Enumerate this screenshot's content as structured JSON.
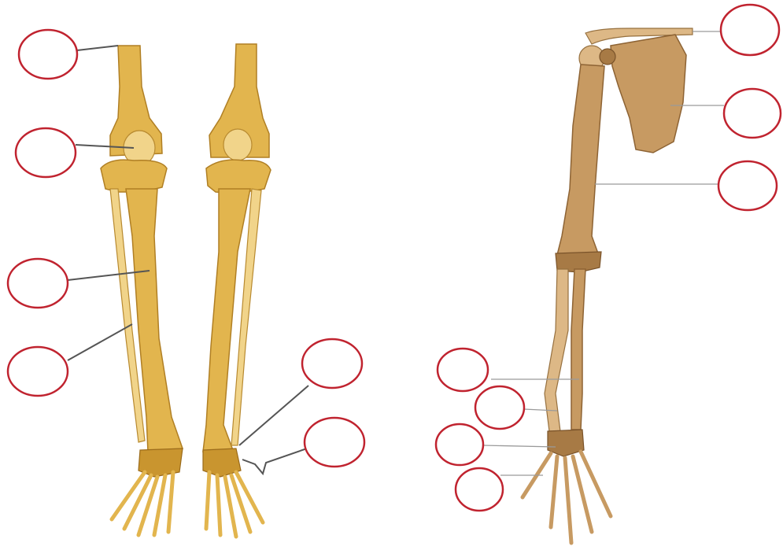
{
  "diagram": {
    "figures": [
      {
        "name": "leg-front-view"
      },
      {
        "name": "leg-back-view"
      },
      {
        "name": "arm-with-shoulder"
      }
    ],
    "label_ovals": [
      {
        "id": "oval-1",
        "text": ""
      },
      {
        "id": "oval-2",
        "text": ""
      },
      {
        "id": "oval-3",
        "text": ""
      },
      {
        "id": "oval-4",
        "text": ""
      },
      {
        "id": "oval-5",
        "text": ""
      },
      {
        "id": "oval-6",
        "text": ""
      },
      {
        "id": "oval-7",
        "text": ""
      },
      {
        "id": "oval-8",
        "text": ""
      },
      {
        "id": "oval-9",
        "text": ""
      },
      {
        "id": "oval-10",
        "text": ""
      },
      {
        "id": "oval-11",
        "text": ""
      },
      {
        "id": "oval-12",
        "text": ""
      },
      {
        "id": "oval-13",
        "text": ""
      }
    ],
    "colors": {
      "leg_bone": "#e2b54e",
      "arm_bone": "#c79a62",
      "oval_outline": "#c0232f"
    }
  }
}
